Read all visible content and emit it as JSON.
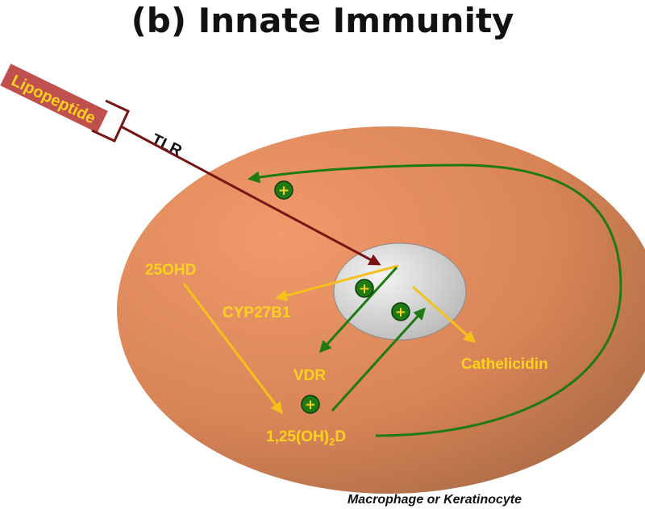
{
  "title": "(b) Innate Immunity",
  "ligand": "Lipopeptide",
  "receptor": "TLR",
  "labels": {
    "substrate": "25OHD",
    "enzyme": "CYP27B1",
    "receptor_vdr": "VDR",
    "product_prefix": "1,25(OH)",
    "product_sub": "2",
    "product_suffix": "D",
    "output": "Cathelicidin"
  },
  "plus_symbol": "+",
  "caption": "Macrophage or Keratinocyte",
  "colors": {
    "cell": "#dd8258",
    "nucleus": "#d9d9d9",
    "tlr_arrow": "#7a1414",
    "yellow_arrow": "#f5c21b",
    "green_arrow": "#1e7a12",
    "label_text": "#ffd21f",
    "lipopeptide_box": "#c0504d"
  }
}
